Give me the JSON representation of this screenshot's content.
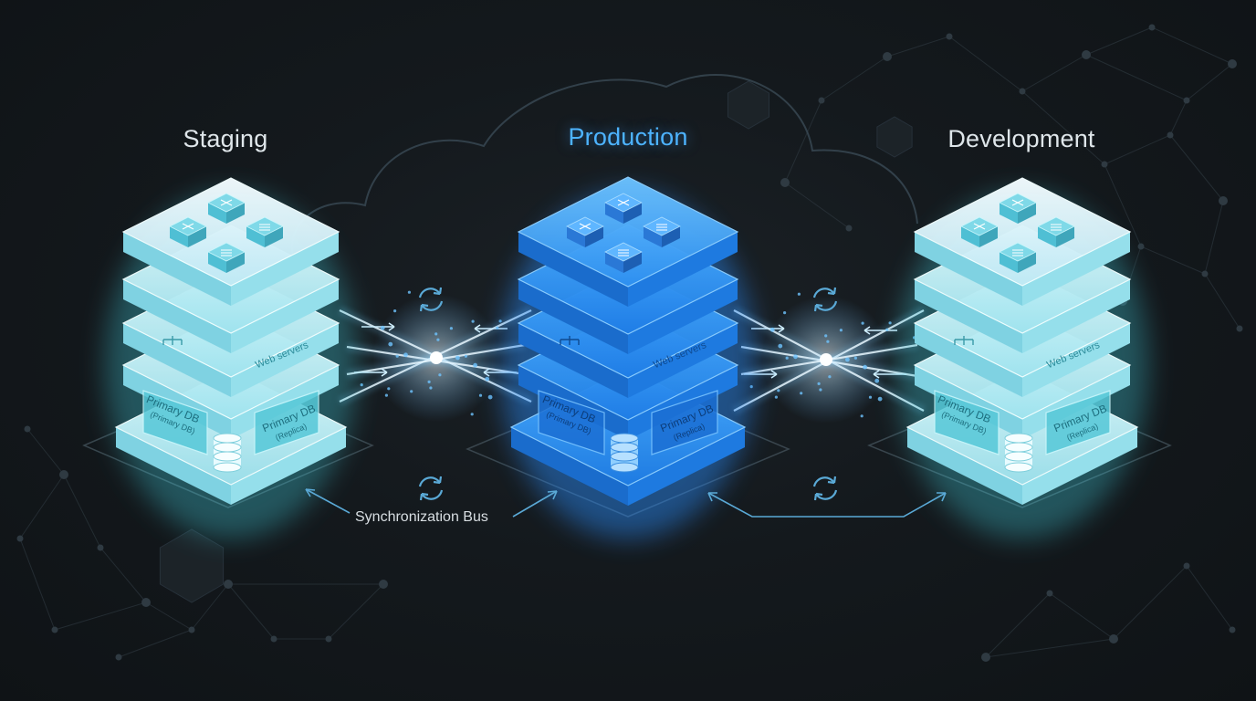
{
  "environments": [
    {
      "name": "Staging",
      "web_label": "Web servers",
      "db_label_left": "Primary DB",
      "db_sub_left": "(Primary DB)",
      "db_label_right": "Primary DB",
      "db_sub_right": "(Replica)"
    },
    {
      "name": "Production",
      "web_label": "Web servers",
      "db_label_left": "Primary DB",
      "db_sub_left": "(Primary DB)",
      "db_label_right": "Primary DB",
      "db_sub_right": "(Replica)"
    },
    {
      "name": "Development",
      "web_label": "Web servers",
      "db_label_left": "Primary DB",
      "db_sub_left": "(Primary DB)",
      "db_label_right": "Primary DB",
      "db_sub_right": "(Replica)"
    }
  ],
  "bus_label": "Synchronization Bus",
  "colors": {
    "background": "#12171b",
    "production_accent": "#4db3ff",
    "environment_accent": "#7fe6f0",
    "link_glow": "#9fd8ff"
  },
  "icons": [
    "sync-icon",
    "server-icon",
    "database-icon",
    "network-node-icon",
    "cloud-outline"
  ]
}
